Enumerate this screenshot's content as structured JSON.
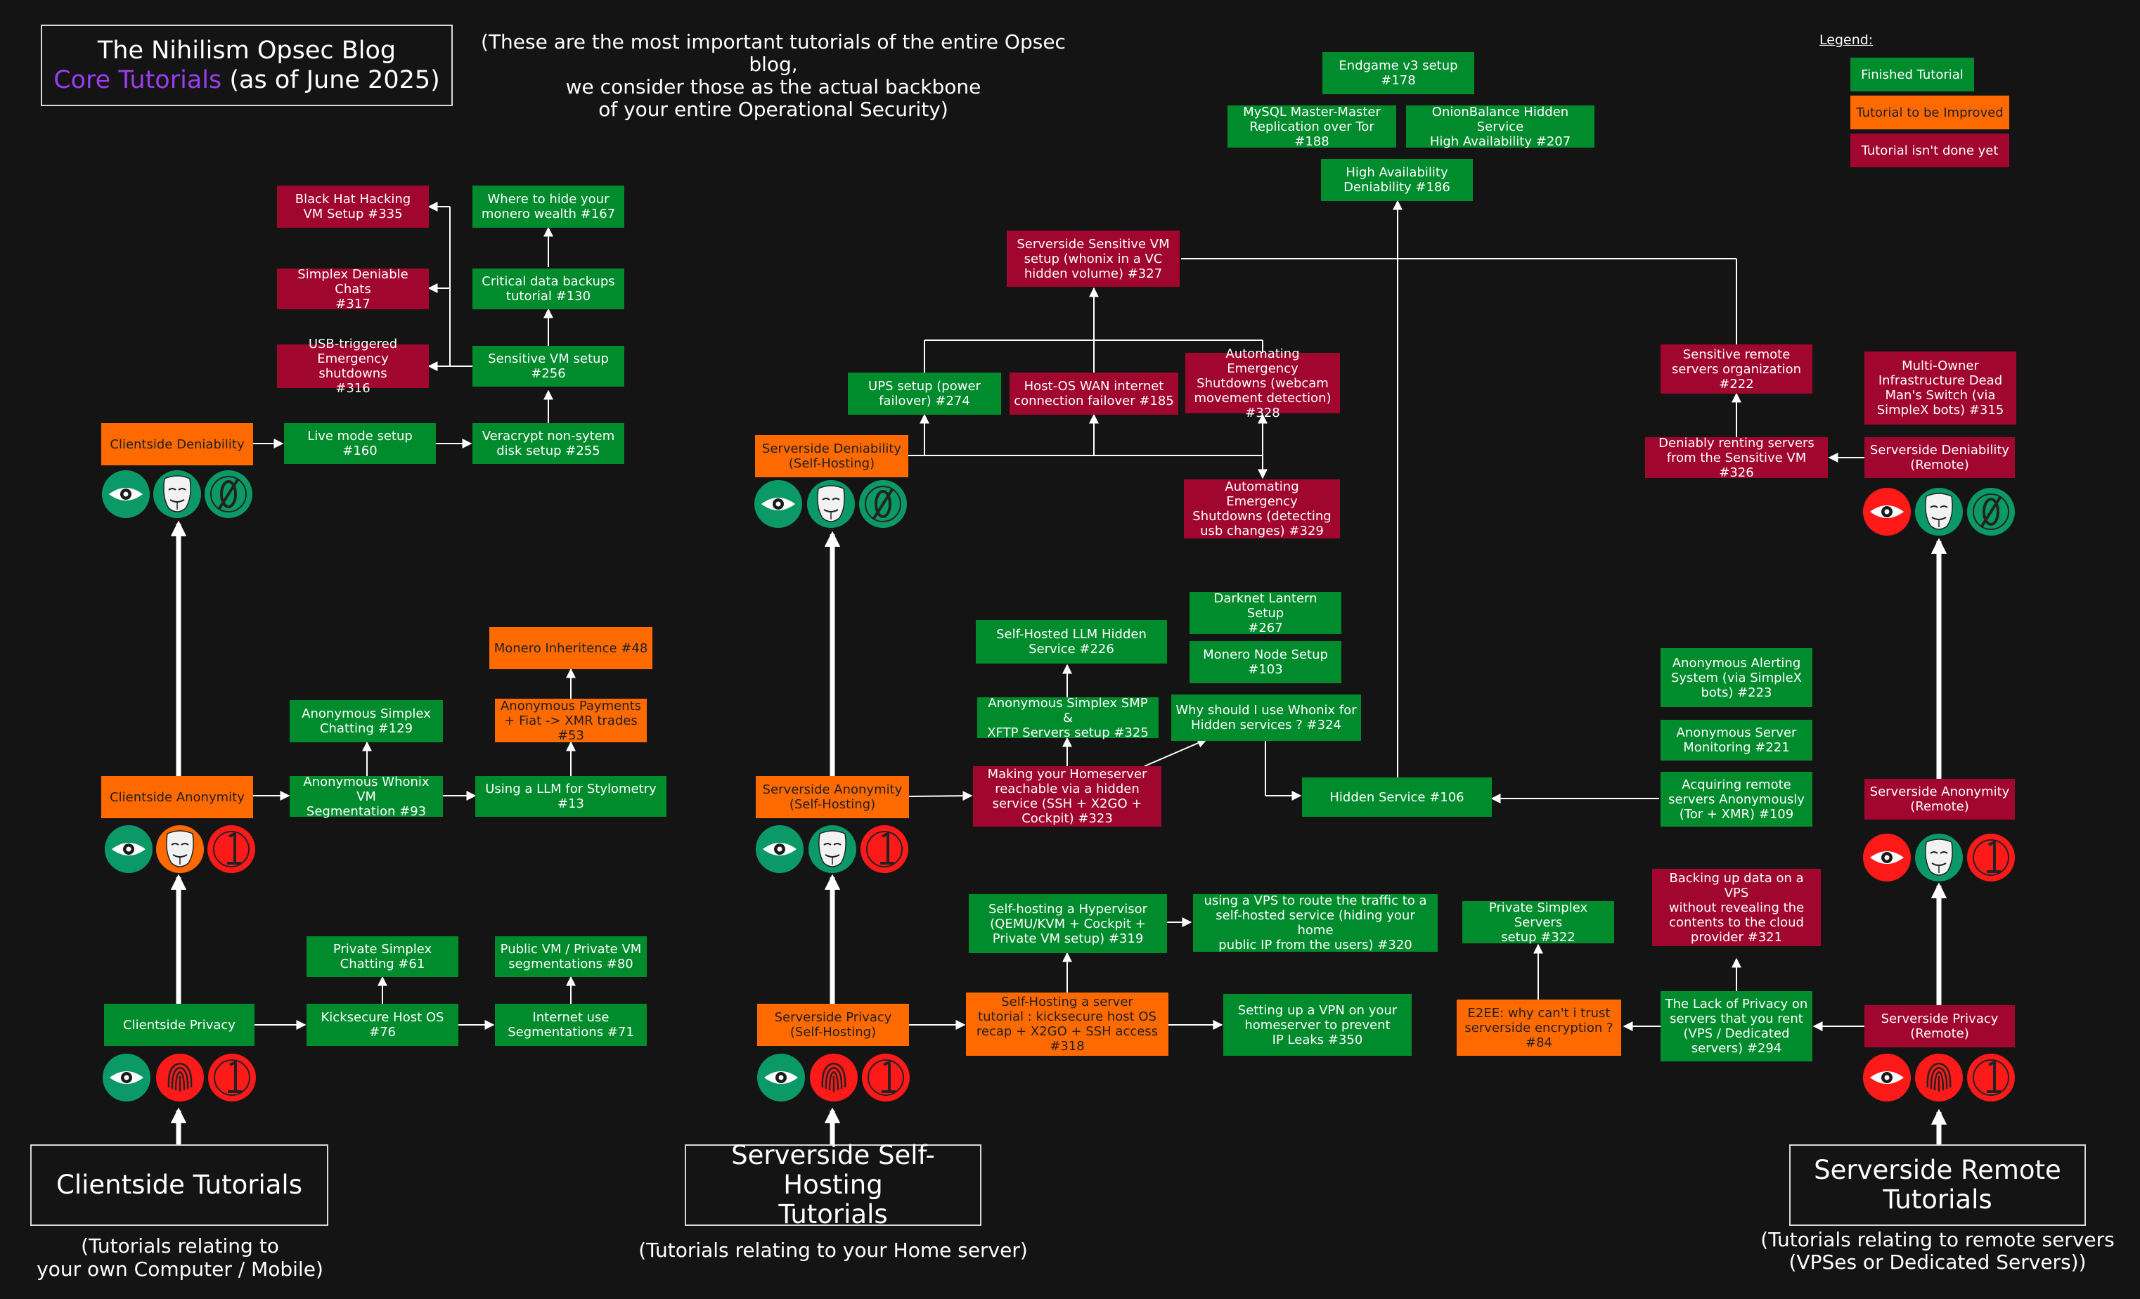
{
  "header": {
    "title_line1": "The Nihilism Opsec Blog",
    "title_accent": "Core Tutorials",
    "title_rest": " (as of June 2025)",
    "subtitle": "(These are the most important tutorials of the entire Opsec blog,\nwe consider those as the actual backbone\nof your entire Operational Security)"
  },
  "legend": {
    "title": "Legend:",
    "finished": "Finished Tutorial",
    "improve": "Tutorial to be Improved",
    "todo": "Tutorial isn't done yet"
  },
  "colors": {
    "finished": "#008c2c",
    "improve": "#ff6a00",
    "todo": "#a1062f",
    "accent": "#9b3cf0",
    "icon_green": "#0b9a67",
    "icon_red": "#ff1a1a"
  },
  "sections": {
    "client": {
      "title": "Clientside Tutorials",
      "desc": "(Tutorials relating to\nyour own Computer / Mobile)"
    },
    "selfhost": {
      "title": "Serverside Self-Hosting\nTutorials",
      "desc": "(Tutorials relating to your Home server)"
    },
    "remote": {
      "title": "Serverside Remote\nTutorials",
      "desc": "(Tutorials relating to remote servers\n(VPSes or Dedicated Servers))"
    }
  },
  "nodes": {
    "c_privacy": "Clientside Privacy",
    "c_anonymity": "Clientside Anonymity",
    "c_deniability": "Clientside Deniability",
    "kicksecure": "Kicksecure Host OS #76",
    "simplex61": "Private Simplex\nChatting #61",
    "inet71": "Internet use\nSegmentations #71",
    "pubvm80": "Public VM / Private VM\nsegmentations #80",
    "whonix93": "Anonymous Whonix VM\nSegmentation #93",
    "simplex129": "Anonymous Simplex\nChatting #129",
    "llm13": "Using a LLM for Stylometry\n#13",
    "payments53": "Anonymous Payments\n+ Fiat -> XMR trades\n#53",
    "inherit48": "Monero Inheritence #48",
    "live160": "Live mode setup #160",
    "vera255": "Veracrypt non-sytem\ndisk setup #255",
    "svm256": "Sensitive VM setup\n#256",
    "backup130": "Critical data backups\ntutorial #130",
    "hide167": "Where to hide your\nmonero wealth #167",
    "bhh335": "Black Hat Hacking\nVM Setup #335",
    "simplex317": "Simplex Deniable Chats\n#317",
    "usb316": "USB-triggered\nEmergency shutdowns\n#316",
    "s_privacy": "Serverside Privacy\n(Self-Hosting)",
    "s_anonymity": "Serverside Anonymity\n(Self-Hosting)",
    "s_deniability": "Serverside Deniability\n(Self-Hosting)",
    "host318": "Self-Hosting a server\ntutorial : kicksecure host OS\nrecap + X2GO + SSH access\n#318",
    "hyper319": "Self-hosting a Hypervisor\n(QEMU/KVM + Cockpit +\nPrivate VM setup) #319",
    "vps320": "using a VPS to route the traffic to a\nself-hosted service (hiding your home\npublic IP from the users) #320",
    "vpn350": "Setting up a VPN on your\nhomeserver to prevent\nIP Leaks #350",
    "hidden323": "Making your Homeserver\nreachable via a hidden\nservice (SSH + X2GO +\nCockpit) #323",
    "smp325": "Anonymous Simplex SMP &\nXFTP Servers setup #325",
    "llm226": "Self-Hosted LLM Hidden\nService #226",
    "whonix324": "Why should I use Whonix for\nHidden services ? #324",
    "monero103": "Monero Node Setup\n#103",
    "lantern267": "Darknet Lantern Setup\n#267",
    "hs106": "Hidden Service #106",
    "ups274": "UPS setup (power\nfailover) #274",
    "wan185": "Host-OS WAN internet\nconnection failover #185",
    "webcam328": "Automating Emergency\nShutdowns (webcam\nmovement detection)\n#328",
    "usb329": "Automating Emergency\nShutdowns (detecting\nusb changes) #329",
    "ssvm327": "Serverside Sensitive VM\nsetup (whonix in a VC\nhidden volume) #327",
    "ha186": "High Availability\nDeniability #186",
    "mysql188": "MySQL Master-Master\nReplication over Tor #188",
    "onion207": "OnionBalance Hidden Service\nHigh Availability #207",
    "endgame178": "Endgame v3 setup\n#178",
    "r_privacy": "Serverside Privacy\n(Remote)",
    "r_anonymity": "Serverside Anonymity\n(Remote)",
    "r_deniability": "Serverside Deniability\n(Remote)",
    "lack294": "The Lack of Privacy on\nservers that you rent\n(VPS / Dedicated\nservers) #294",
    "backup321": "Backing up data on a VPS\nwithout revealing the\ncontents to the cloud\nprovider #321",
    "e2ee84": "E2EE: why can't i trust\nserverside encryption ?\n#84",
    "simplex322": "Private Simplex Servers\nsetup #322",
    "acquire109": "Acquiring remote\nservers Anonymously\n(Tor + XMR) #109",
    "monitor221": "Anonymous Server\nMonitoring #221",
    "alert223": "Anonymous Alerting\nSystem (via SimpleX\nbots) #223",
    "rent326": "Deniably renting servers\nfrom the Sensitive VM #326",
    "org222": "Sensitive remote\nservers organization\n#222",
    "dms315": "Multi-Owner\nInfrastructure Dead\nMan's Switch (via\nSimpleX bots) #315"
  }
}
